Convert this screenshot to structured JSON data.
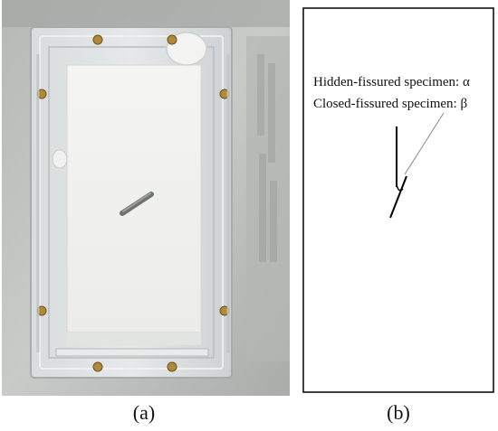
{
  "panel_a": {
    "caption": "(a)"
  },
  "panel_b": {
    "caption": "(b)",
    "label_alpha": "Hidden-fissured specimen: α",
    "label_beta": "Closed-fissured specimen: β"
  },
  "colors": {
    "frame_border": "#000000",
    "fissure_line": "#000000",
    "leader_line": "#888888",
    "specimen_white": "#f2f2f0",
    "acrylic": "#cfd3d4",
    "bolt": "#b08a3a"
  }
}
